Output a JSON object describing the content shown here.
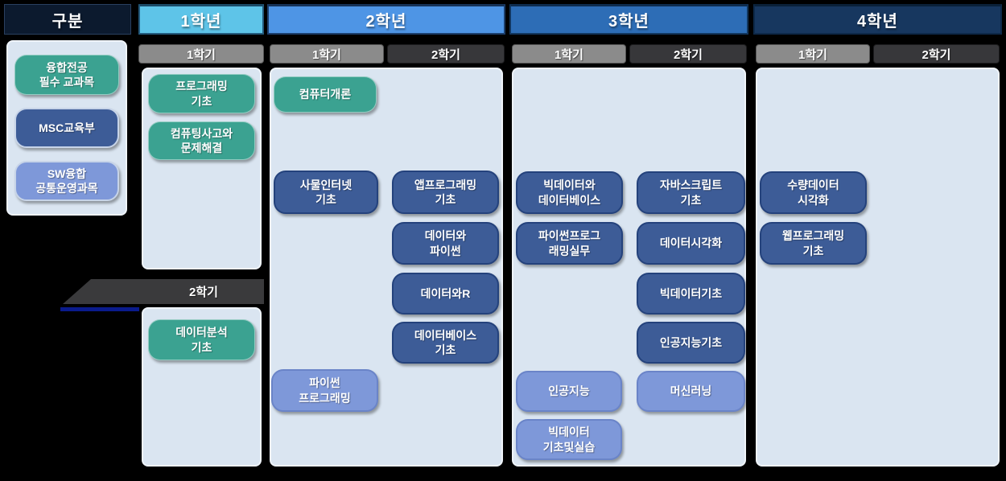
{
  "legend": {
    "header": "구분",
    "items": [
      {
        "label": "융합전공\n필수 교과목",
        "category": "required-major-course",
        "color": "#3ba291"
      },
      {
        "label": "MSC교육부",
        "category": "msc-education",
        "color": "#3d5c97"
      },
      {
        "label": "SW융합\n공통운영과목",
        "category": "sw-convergence-common-course",
        "color": "#7e98d9"
      }
    ]
  },
  "years": [
    {
      "label": "1학년",
      "semesters": [
        {
          "label": "1학기",
          "courses": [
            {
              "label": "프로그래밍\n기초",
              "category": "green"
            },
            {
              "label": "컴퓨팅사고와\n문제해결",
              "category": "green"
            }
          ]
        },
        {
          "label": "2학기",
          "courses": [
            {
              "label": "데이터분석\n기초",
              "category": "green"
            }
          ]
        }
      ]
    },
    {
      "label": "2학년",
      "semesters": [
        {
          "label": "1학기",
          "courses": [
            {
              "label": "컴퓨터개론",
              "category": "green"
            },
            {
              "label": "사물인터넷\n기초",
              "category": "navy"
            },
            {
              "label": "파이썬\n프로그래밍",
              "category": "light"
            }
          ]
        },
        {
          "label": "2학기",
          "courses": [
            {
              "label": "앱프로그래밍\n기초",
              "category": "navy"
            },
            {
              "label": "데이터와\n파이썬",
              "category": "navy"
            },
            {
              "label": "데이터와R",
              "category": "navy"
            },
            {
              "label": "데이터베이스\n기초",
              "category": "navy"
            }
          ]
        }
      ]
    },
    {
      "label": "3학년",
      "semesters": [
        {
          "label": "1학기",
          "courses": [
            {
              "label": "빅데이터와\n데이터베이스",
              "category": "navy"
            },
            {
              "label": "파이썬프로그\n래밍실무",
              "category": "navy"
            },
            {
              "label": "인공지능",
              "category": "light"
            },
            {
              "label": "빅데이터\n기초및실습",
              "category": "light"
            }
          ]
        },
        {
          "label": "2학기",
          "courses": [
            {
              "label": "자바스크립트\n기초",
              "category": "navy"
            },
            {
              "label": "데이터시각화",
              "category": "navy"
            },
            {
              "label": "빅데이터기초",
              "category": "navy"
            },
            {
              "label": "인공지능기초",
              "category": "navy"
            },
            {
              "label": "머신러닝",
              "category": "light"
            }
          ]
        }
      ]
    },
    {
      "label": "4학년",
      "semesters": [
        {
          "label": "1학기",
          "courses": [
            {
              "label": "수량데이터\n시각화",
              "category": "navy"
            },
            {
              "label": "웹프로그래밍\n기초",
              "category": "navy"
            }
          ]
        },
        {
          "label": "2학기",
          "courses": []
        }
      ]
    }
  ],
  "colors": {
    "background": "#000000",
    "panel_background": "#dae5f1",
    "required_course_green": "#3ba291",
    "msc_navy": "#3d5c97",
    "common_light_blue": "#7e98d9",
    "year1_header": "#5ec4e8",
    "year2_header": "#4e95e5",
    "year3_header": "#2d6db6",
    "year4_header": "#17375f",
    "semester1_tab": "#8b8b8b",
    "semester2_tab": "#37373a",
    "gubun_header": "#0c1a2e",
    "accent_line": "#0a1b8c"
  }
}
